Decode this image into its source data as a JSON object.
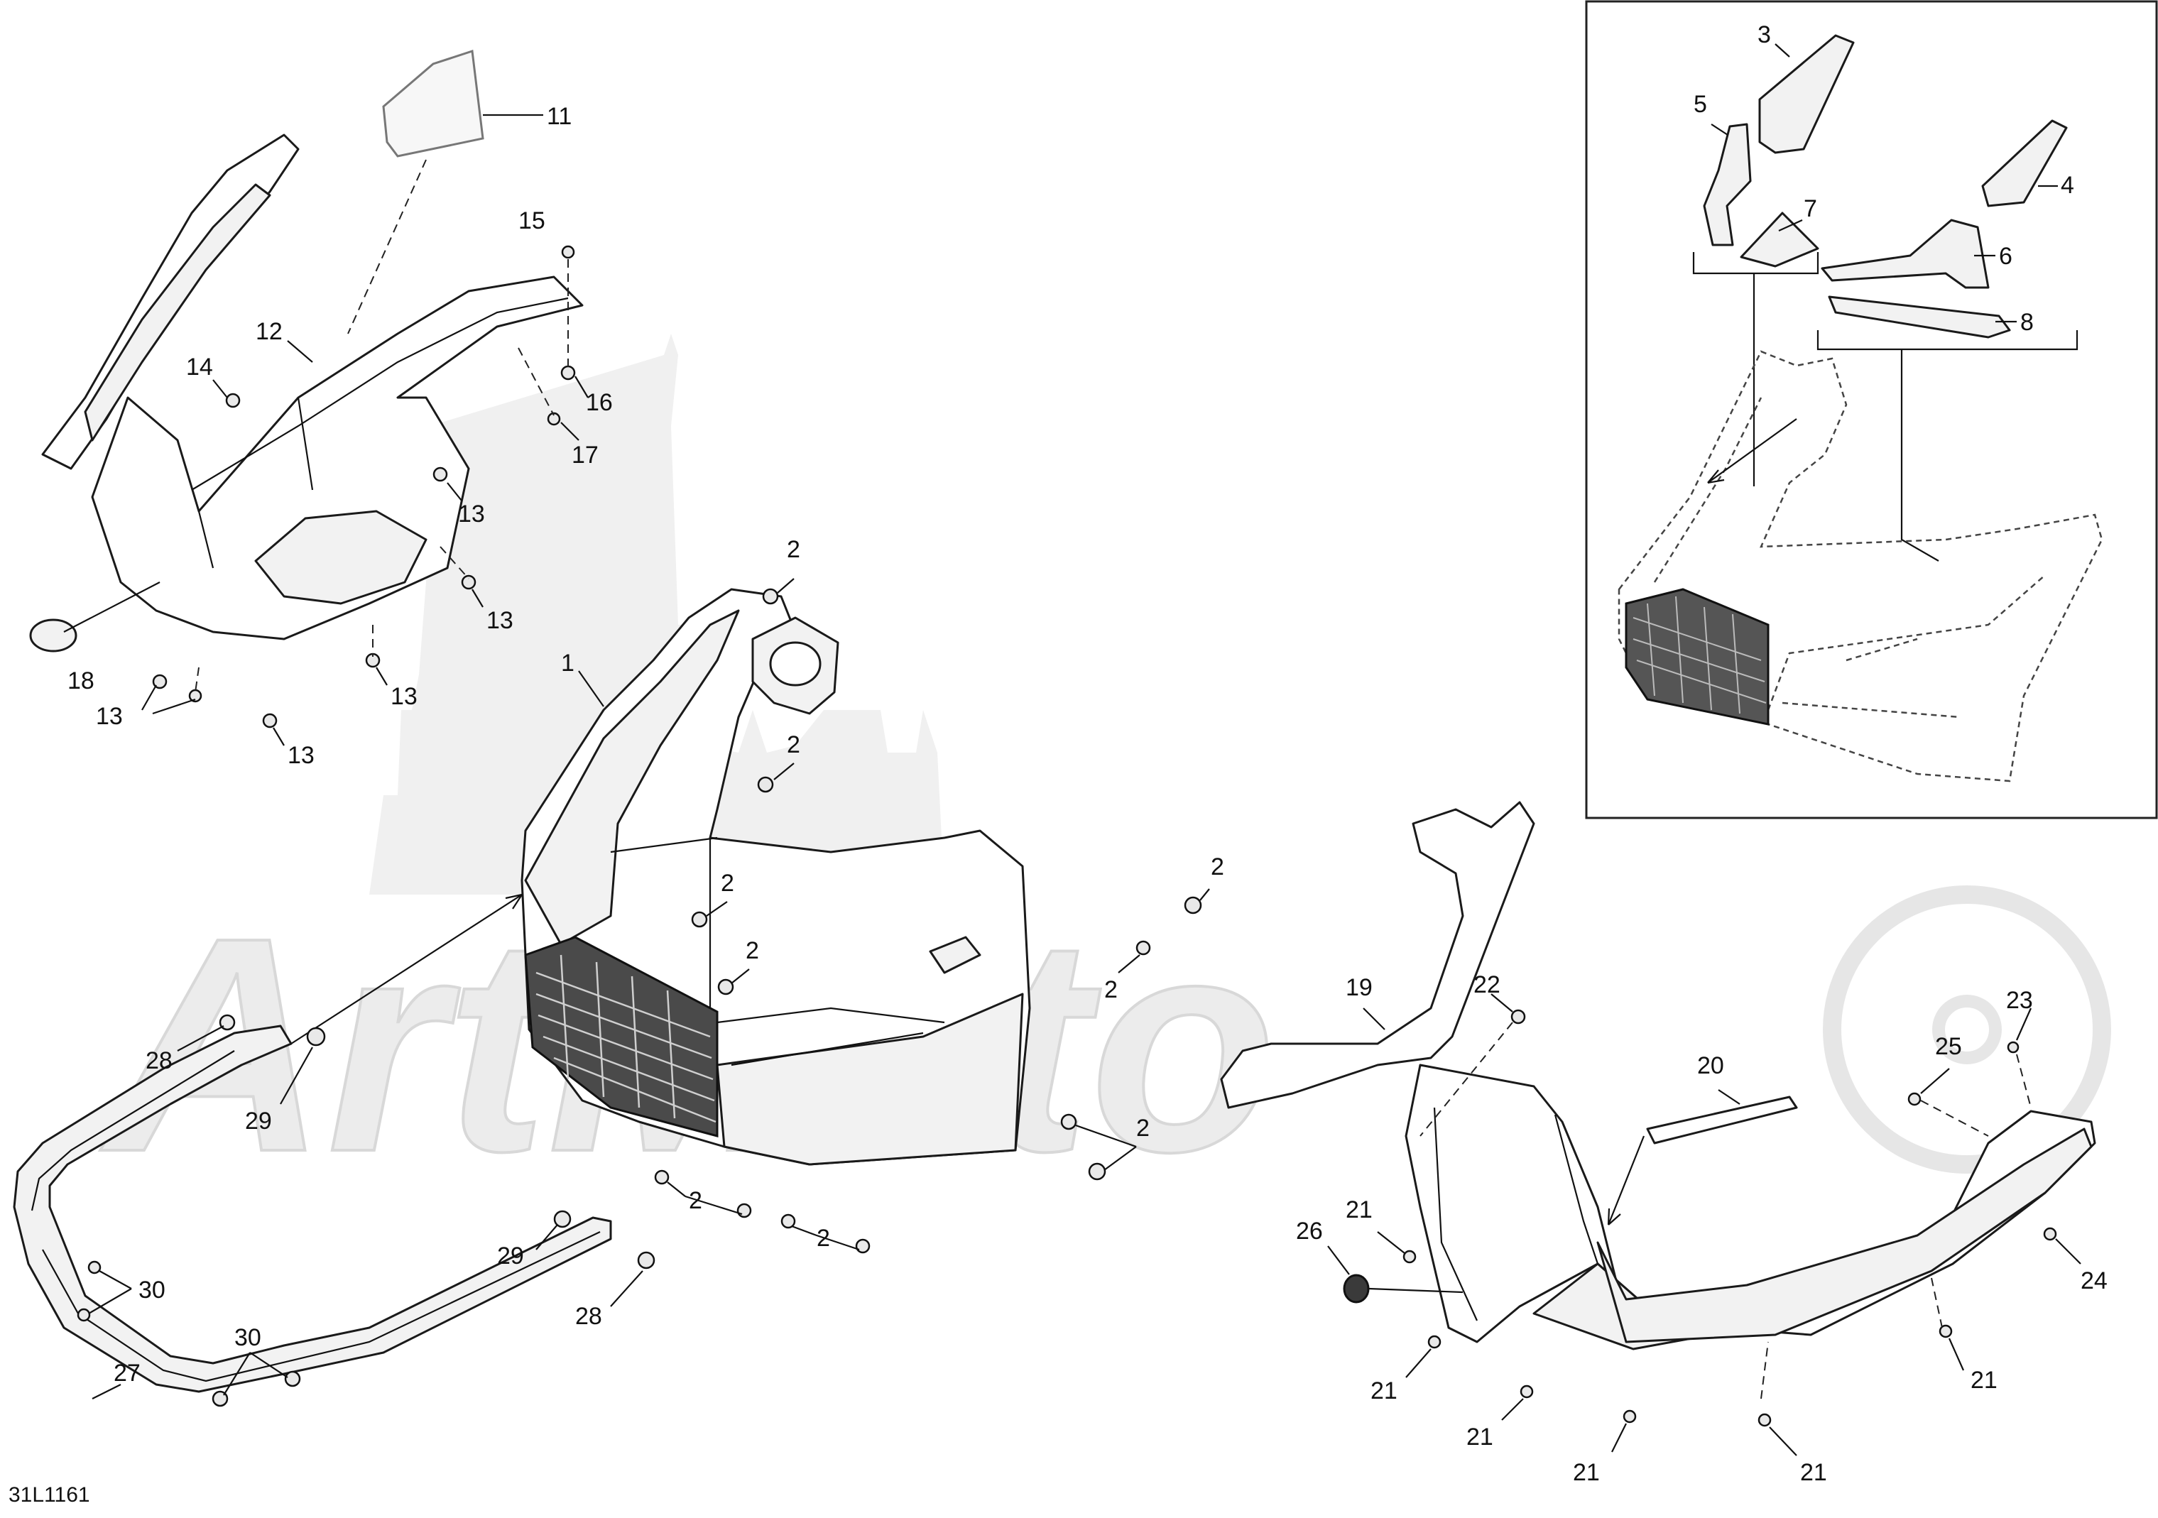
{
  "document_code": "31L1161",
  "watermark_text": "ArtMoto",
  "callouts": {
    "n1": "1",
    "n2": "2",
    "n3": "3",
    "n4": "4",
    "n5": "5",
    "n6": "6",
    "n7": "7",
    "n8": "8",
    "n11": "11",
    "n12": "12",
    "n13": "13",
    "n14": "14",
    "n15": "15",
    "n16": "16",
    "n17": "17",
    "n18": "18",
    "n19": "19",
    "n20": "20",
    "n21": "21",
    "n22": "22",
    "n23": "23",
    "n24": "24",
    "n25": "25",
    "n26": "26",
    "n27": "27",
    "n28": "28",
    "n29": "29",
    "n30": "30"
  }
}
